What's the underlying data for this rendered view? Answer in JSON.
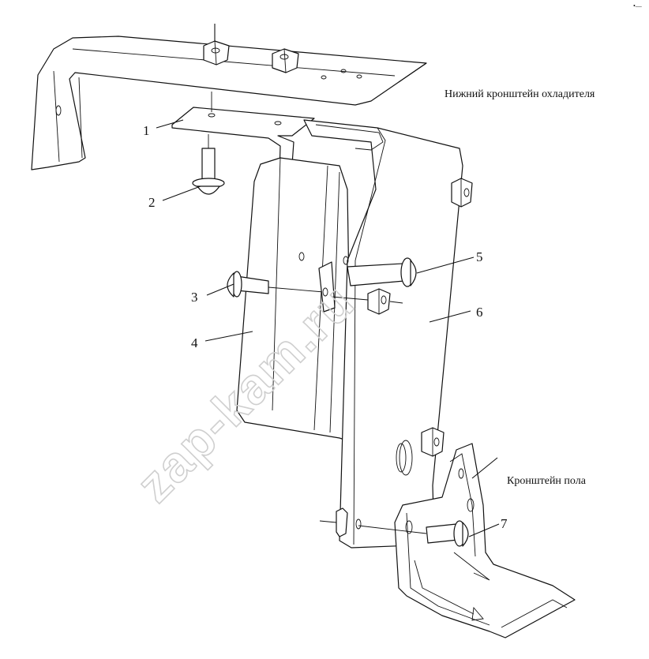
{
  "corner_mark": "•—",
  "watermark": "zap-kam.ru",
  "captions": {
    "lower_cooler_bracket": "Нижний кронштейн охладителя",
    "floor_bracket": "Кронштейн пола"
  },
  "callouts": [
    "1",
    "2",
    "3",
    "4",
    "5",
    "6",
    "7"
  ]
}
